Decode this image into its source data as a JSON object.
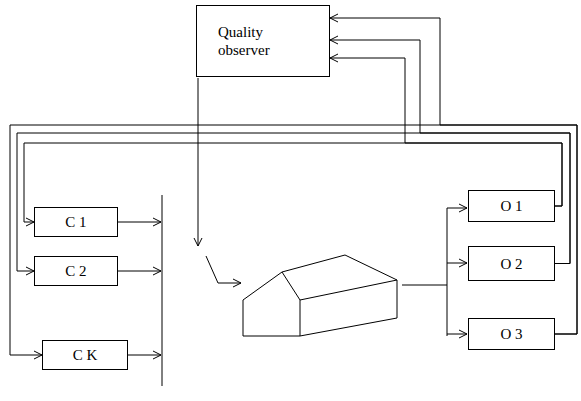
{
  "diagram": {
    "nodes": [
      {
        "text": [
          "Quality observer"
        ]
      },
      {
        "text": [
          "C 1"
        ]
      },
      {
        "text": [
          "C 2"
        ]
      },
      {
        "text": [
          "C K"
        ]
      },
      {
        "text": [
          "O 1"
        ]
      },
      {
        "text": [
          "O 2"
        ]
      },
      {
        "text": [
          "O 3"
        ]
      }
    ],
    "edges": [
      {
        "from": 4,
        "to": 0,
        "arrow": "to"
      },
      {
        "from": 5,
        "to": 0,
        "arrow": "to"
      },
      {
        "from": 6,
        "to": 0,
        "arrow": "to"
      },
      {
        "from": 4,
        "to": 1,
        "arrow": "to"
      },
      {
        "from": 5,
        "to": 2,
        "arrow": "to"
      },
      {
        "from": 6,
        "to": 3,
        "arrow": "to"
      }
    ]
  }
}
